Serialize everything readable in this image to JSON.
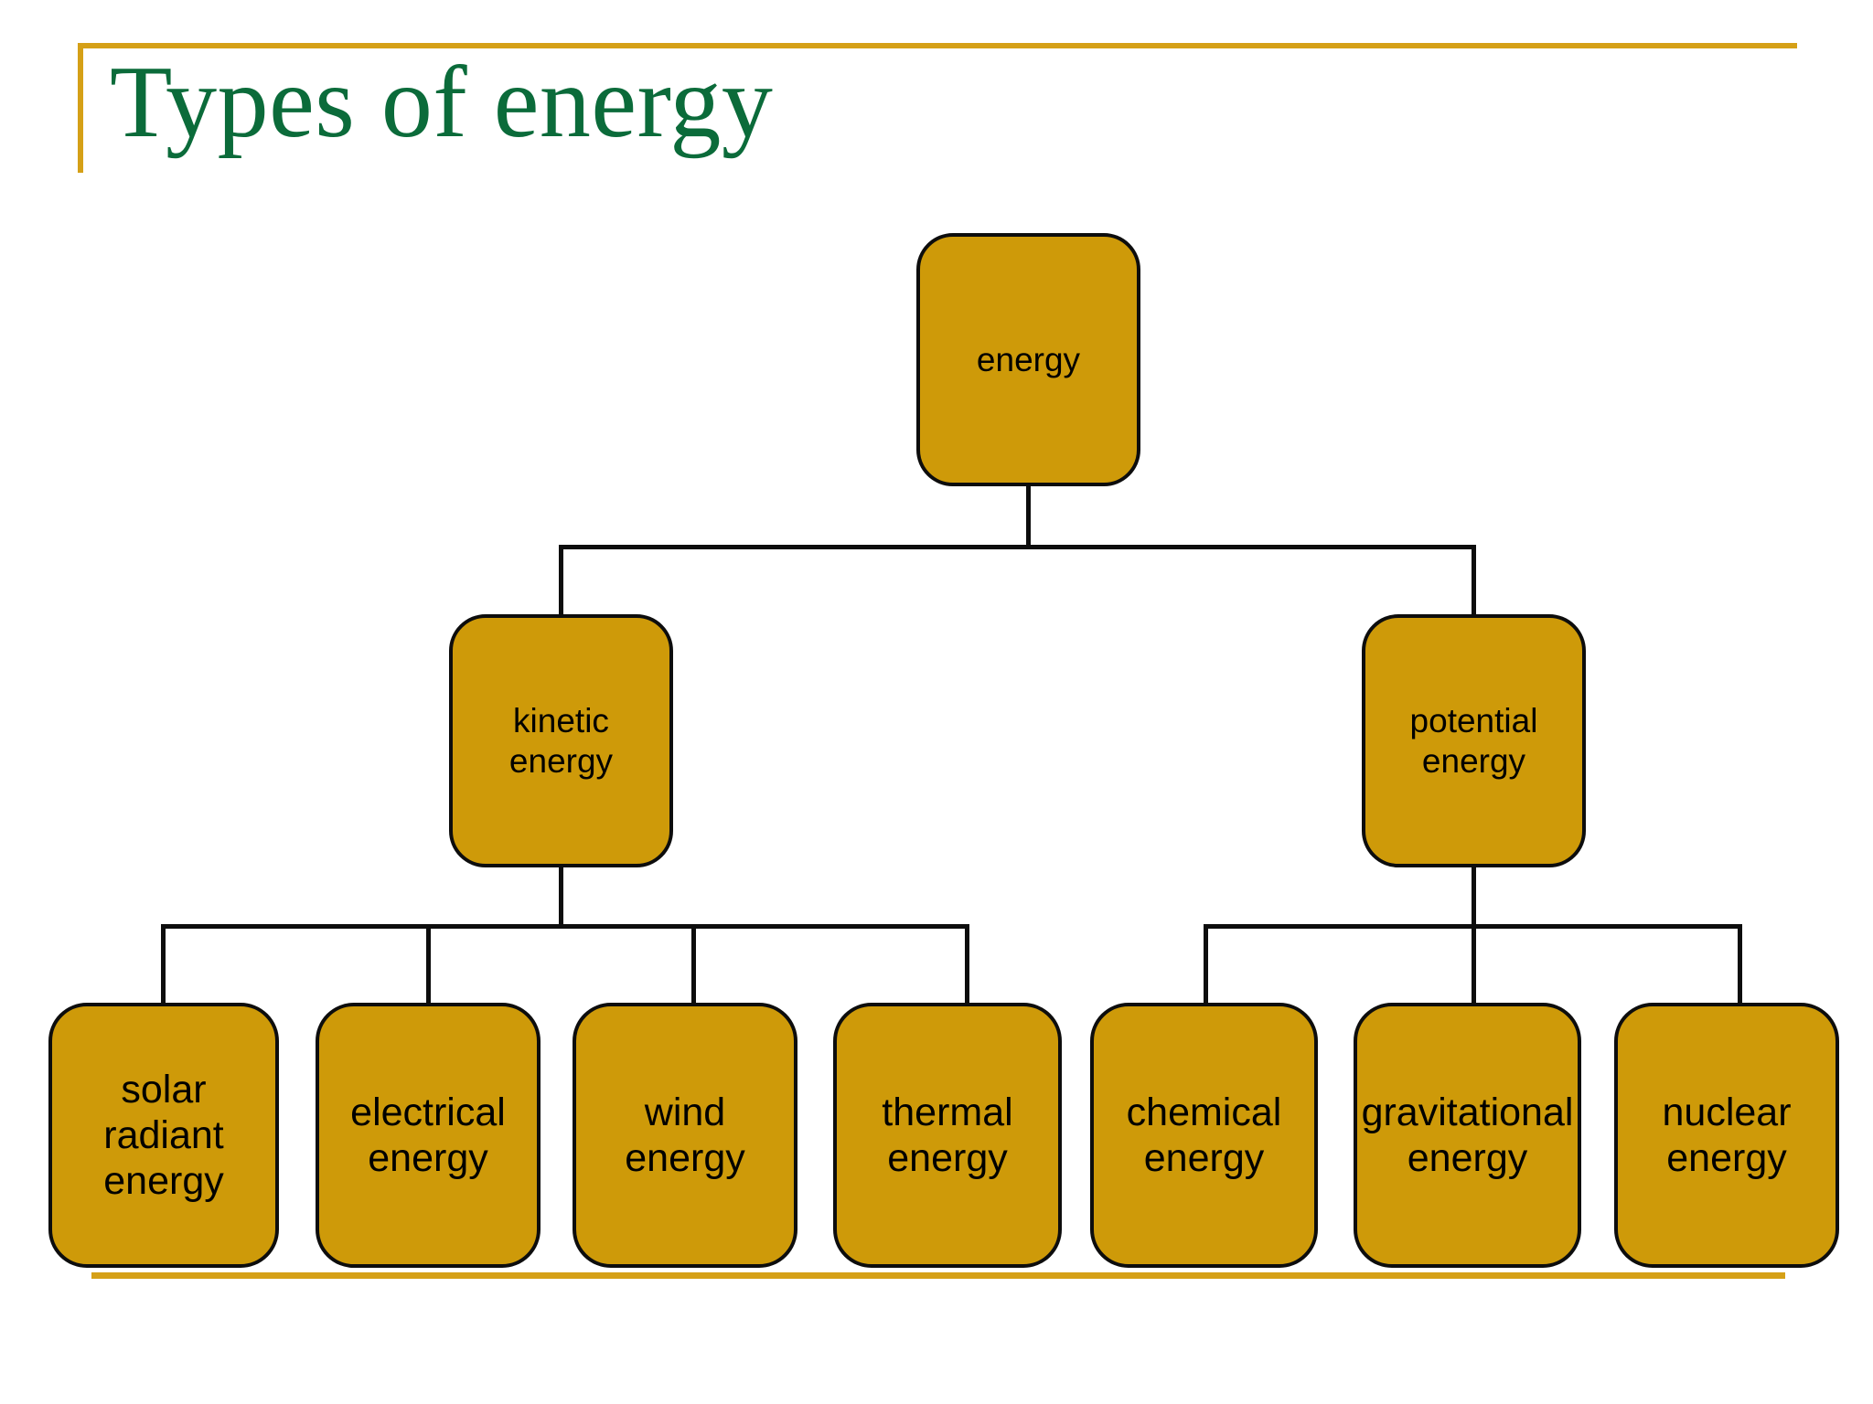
{
  "slide": {
    "title": "Types of energy",
    "title_color": "#0B6B3A",
    "accent_color": "#D5A017",
    "node_fill": "#CE9A09",
    "node_border": "#0D0D0D",
    "background": "#FFFFFF"
  },
  "diagram": {
    "type": "tree",
    "root": {
      "label": "energy"
    },
    "branches": [
      {
        "label": "kinetic\nenergy",
        "line1": "kinetic",
        "line2": "energy",
        "children": [
          {
            "line1": "solar",
            "line2": "radiant",
            "line3": "energy"
          },
          {
            "line1": "electrical",
            "line2": "energy",
            "line3": ""
          },
          {
            "line1": "wind",
            "line2": "energy",
            "line3": ""
          },
          {
            "line1": "thermal",
            "line2": "energy",
            "line3": ""
          }
        ]
      },
      {
        "label": "potential\nenergy",
        "line1": "potential",
        "line2": "energy",
        "children": [
          {
            "line1": "chemical",
            "line2": "energy",
            "line3": ""
          },
          {
            "line1": "gravitational",
            "line2": "energy",
            "line3": ""
          },
          {
            "line1": "nuclear",
            "line2": "energy",
            "line3": ""
          }
        ]
      }
    ]
  }
}
